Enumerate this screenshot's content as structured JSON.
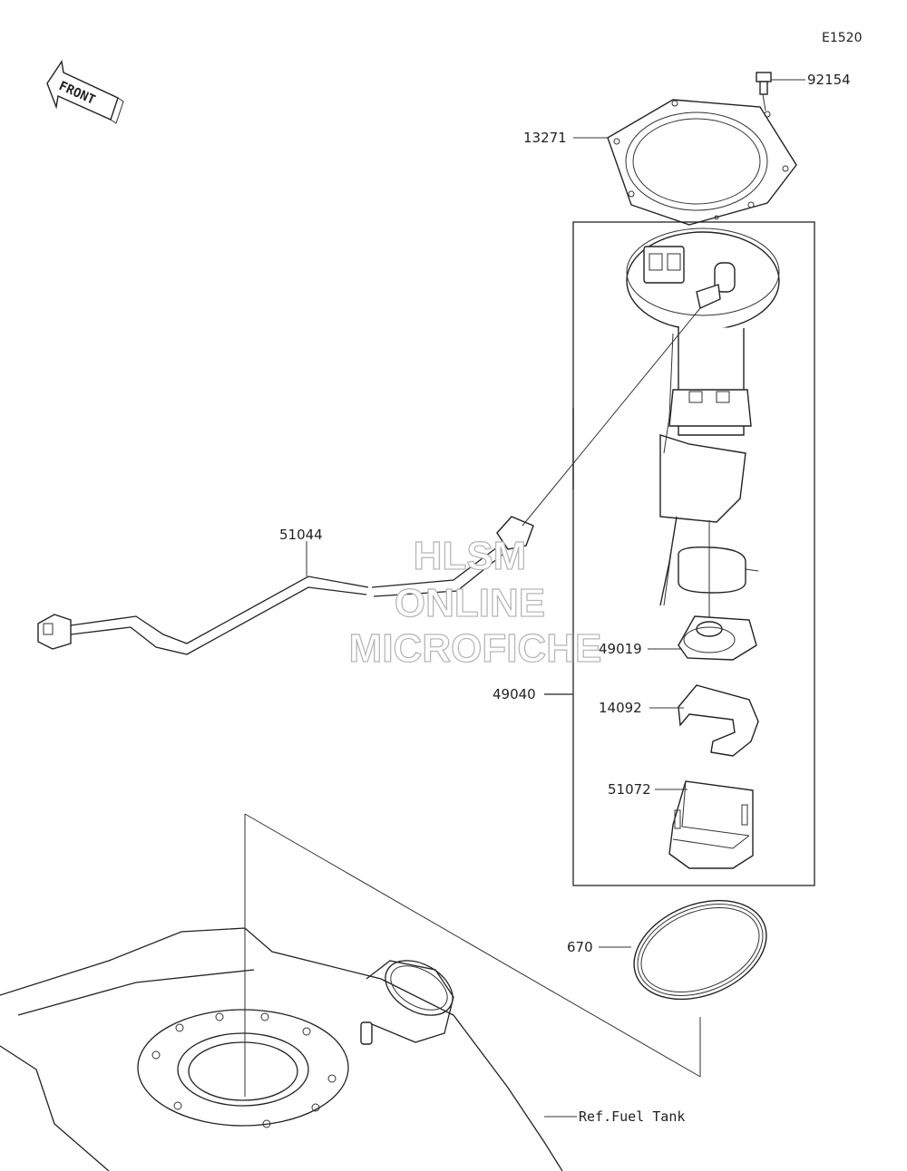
{
  "diagram_code": "E1520",
  "front_arrow": {
    "label": "FRONT",
    "icon": "front-direction-arrow"
  },
  "parts": {
    "bolt": "92154",
    "gasket": "13271",
    "harness": "51044",
    "pump_assembly": "49040",
    "filter": "49019",
    "holder": "14092",
    "cover": "51072",
    "o_ring": "670"
  },
  "reference": "Ref.Fuel Tank",
  "watermark": [
    "HLSM",
    "ONLINE",
    "MICROFICHE"
  ]
}
